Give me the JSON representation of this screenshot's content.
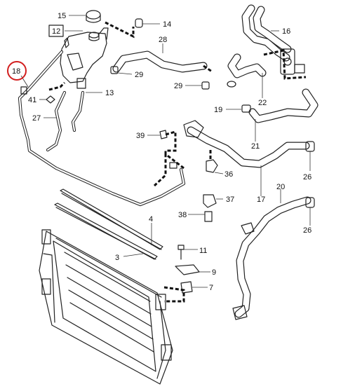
{
  "callouts": {
    "c15": "15",
    "c14": "14",
    "c12": "12",
    "c16": "16",
    "c28": "28",
    "c18": "18",
    "c29a": "29",
    "c29b": "29",
    "c22": "22",
    "c19": "19",
    "c41": "41",
    "c13": "13",
    "c27": "27",
    "c21": "21",
    "c39": "39",
    "c26a": "26",
    "c36": "36",
    "c20": "20",
    "c17": "17",
    "c37": "37",
    "c38": "38",
    "c4": "4",
    "c26b": "26",
    "c3": "3",
    "c11": "11",
    "c9": "9",
    "c7": "7"
  },
  "colors": {
    "highlight": "#d21f1f",
    "line": "#222222"
  }
}
